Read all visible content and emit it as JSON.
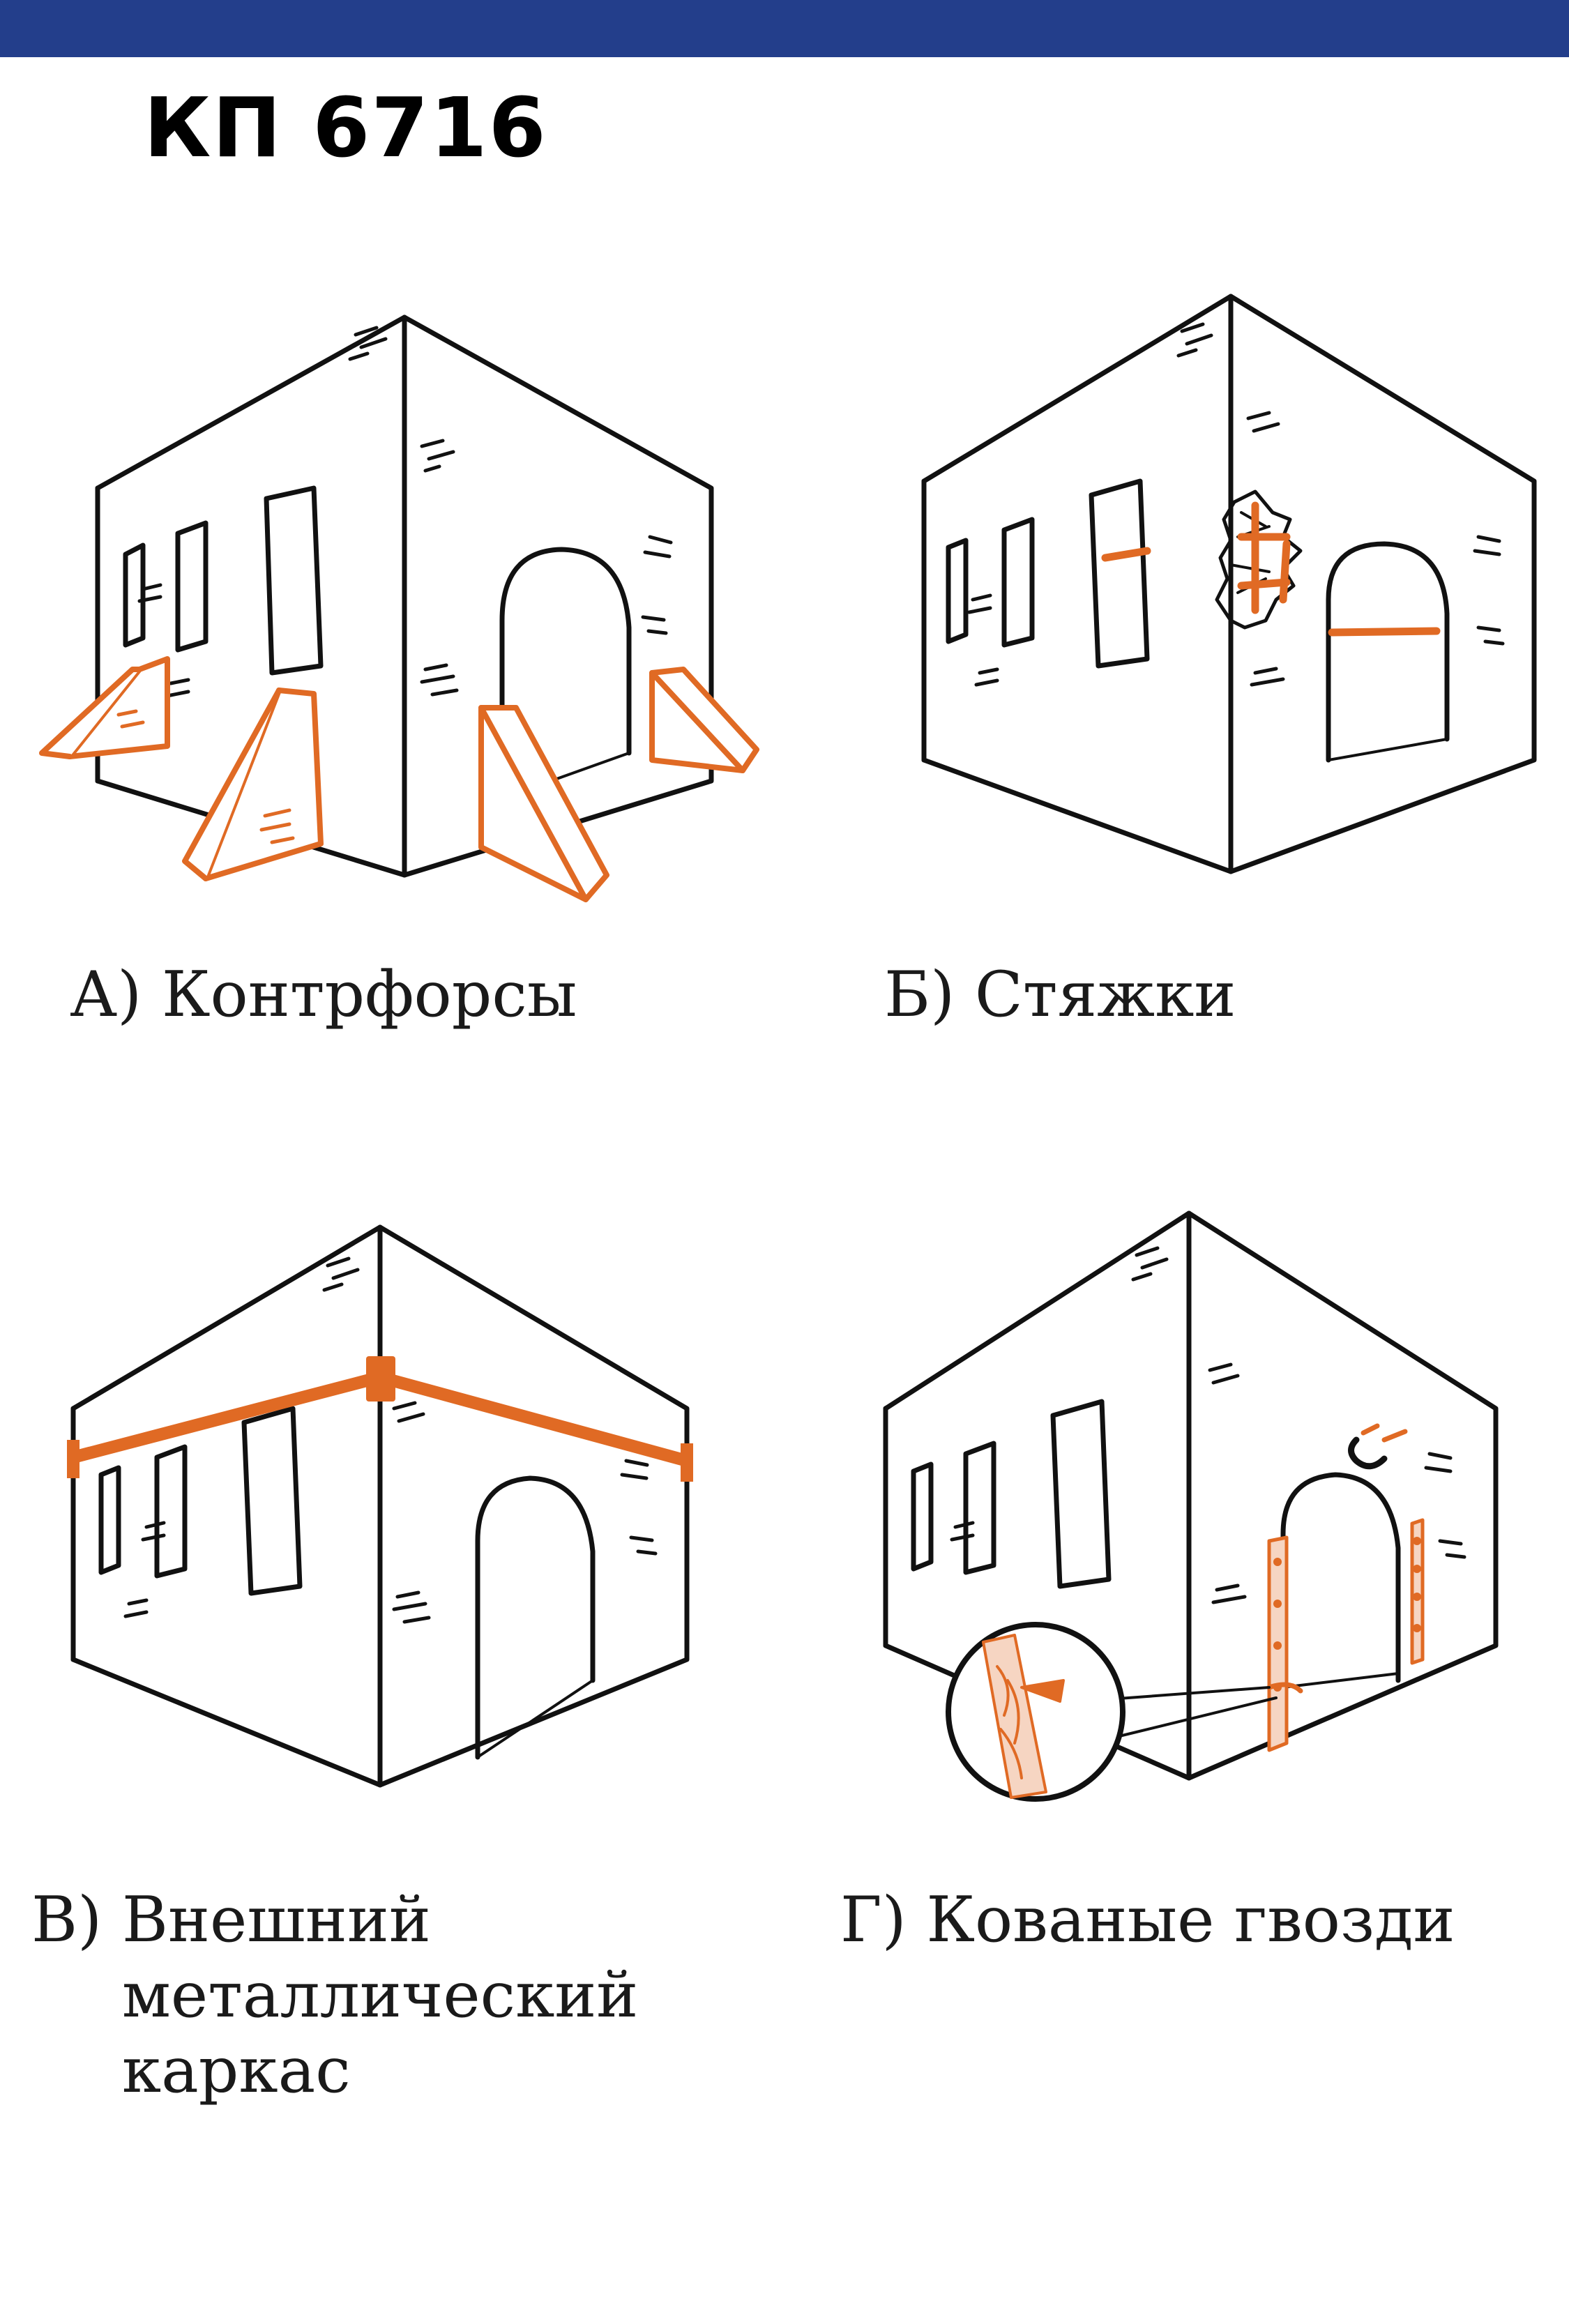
{
  "header": {
    "code": "КП 6716",
    "bar_color": "#233e8b"
  },
  "accent_color": "#e06a24",
  "options": [
    {
      "letter": "А)",
      "label": "Контрфорсы"
    },
    {
      "letter": "Б)",
      "label": "Стяжки"
    },
    {
      "letter": "В)",
      "label": "Внешний\nметаллический\nкаркас"
    },
    {
      "letter": "Г)",
      "label": "Кованые гвозди"
    }
  ]
}
